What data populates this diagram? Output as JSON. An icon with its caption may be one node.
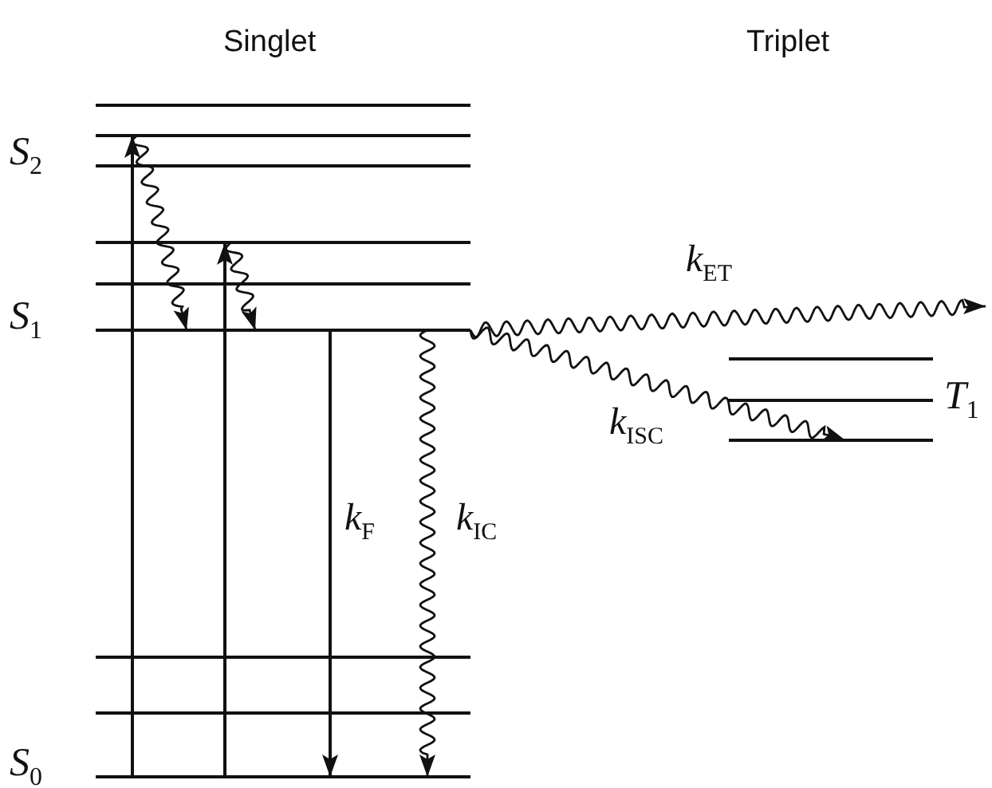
{
  "diagram": {
    "nodes": [
      {
        "text": [],
        "shape": "bar"
      },
      {
        "text": [],
        "shape": "bar"
      },
      {
        "text": [
          "*S*$_{2}$"
        ]
      },
      {
        "text": [],
        "shape": "bar"
      },
      {
        "text": [],
        "shape": "bar"
      },
      {
        "text": [
          "*S*$_{1}$"
        ]
      },
      {
        "text": [],
        "shape": "bar"
      },
      {
        "text": [
          "*T*$_{1}$"
        ]
      },
      {
        "text": [],
        "shape": "bar"
      },
      {
        "text": [],
        "shape": "bar"
      },
      {
        "text": [],
        "shape": "bar"
      },
      {
        "text": [
          "*S*$_{0}$"
        ]
      }
    ],
    "edges": [
      {
        "from": 11,
        "to": 1,
        "arrow": "to"
      },
      {
        "from": 11,
        "to": 3,
        "arrow": "to"
      },
      {
        "from": 1,
        "to": 5,
        "arrow": "to"
      },
      {
        "from": 3,
        "to": 5,
        "arrow": "to"
      },
      {
        "from": 5,
        "to": 11,
        "arrow": "to",
        "label": "*k*$_{F}$"
      },
      {
        "from": 5,
        "to": 11,
        "arrow": "to",
        "label": "*k*$_{IC}$"
      },
      {
        "from": 5,
        "to": null,
        "arrow": "to",
        "label": "*k*$_{ET}$"
      },
      {
        "from": 5,
        "to": 8,
        "arrow": "to",
        "label": "*k*$_{ISC}$"
      }
    ],
    "labels": [
      "Singlet",
      "Triplet"
    ]
  }
}
